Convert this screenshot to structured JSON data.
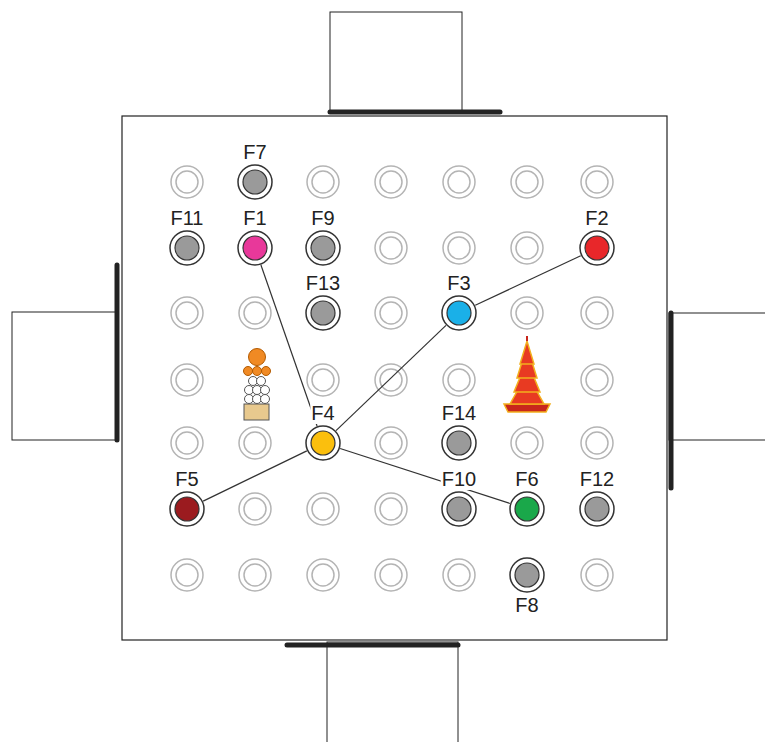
{
  "diagram": {
    "nodes": [
      {
        "text": [
          "F7"
        ]
      },
      {
        "text": [
          "F11"
        ]
      },
      {
        "text": [
          "F1"
        ]
      },
      {
        "text": [
          "F9"
        ]
      },
      {
        "text": [
          "F2"
        ]
      },
      {
        "text": [
          "F13"
        ]
      },
      {
        "text": [
          "F3"
        ]
      },
      {
        "text": [
          "F4"
        ]
      },
      {
        "text": [
          "F14"
        ]
      },
      {
        "text": [
          "F5"
        ]
      },
      {
        "text": [
          "F10"
        ]
      },
      {
        "text": [
          "F6"
        ]
      },
      {
        "text": [
          "F12"
        ]
      },
      {
        "text": [
          "F8"
        ]
      }
    ],
    "edges": [
      {
        "from": 2,
        "to": 7,
        "arrow": "none"
      },
      {
        "from": 4,
        "to": 6,
        "arrow": "none"
      },
      {
        "from": 6,
        "to": 7,
        "arrow": "none"
      },
      {
        "from": 7,
        "to": 9,
        "arrow": "none"
      },
      {
        "from": 7,
        "to": 11,
        "arrow": "none"
      }
    ]
  }
}
